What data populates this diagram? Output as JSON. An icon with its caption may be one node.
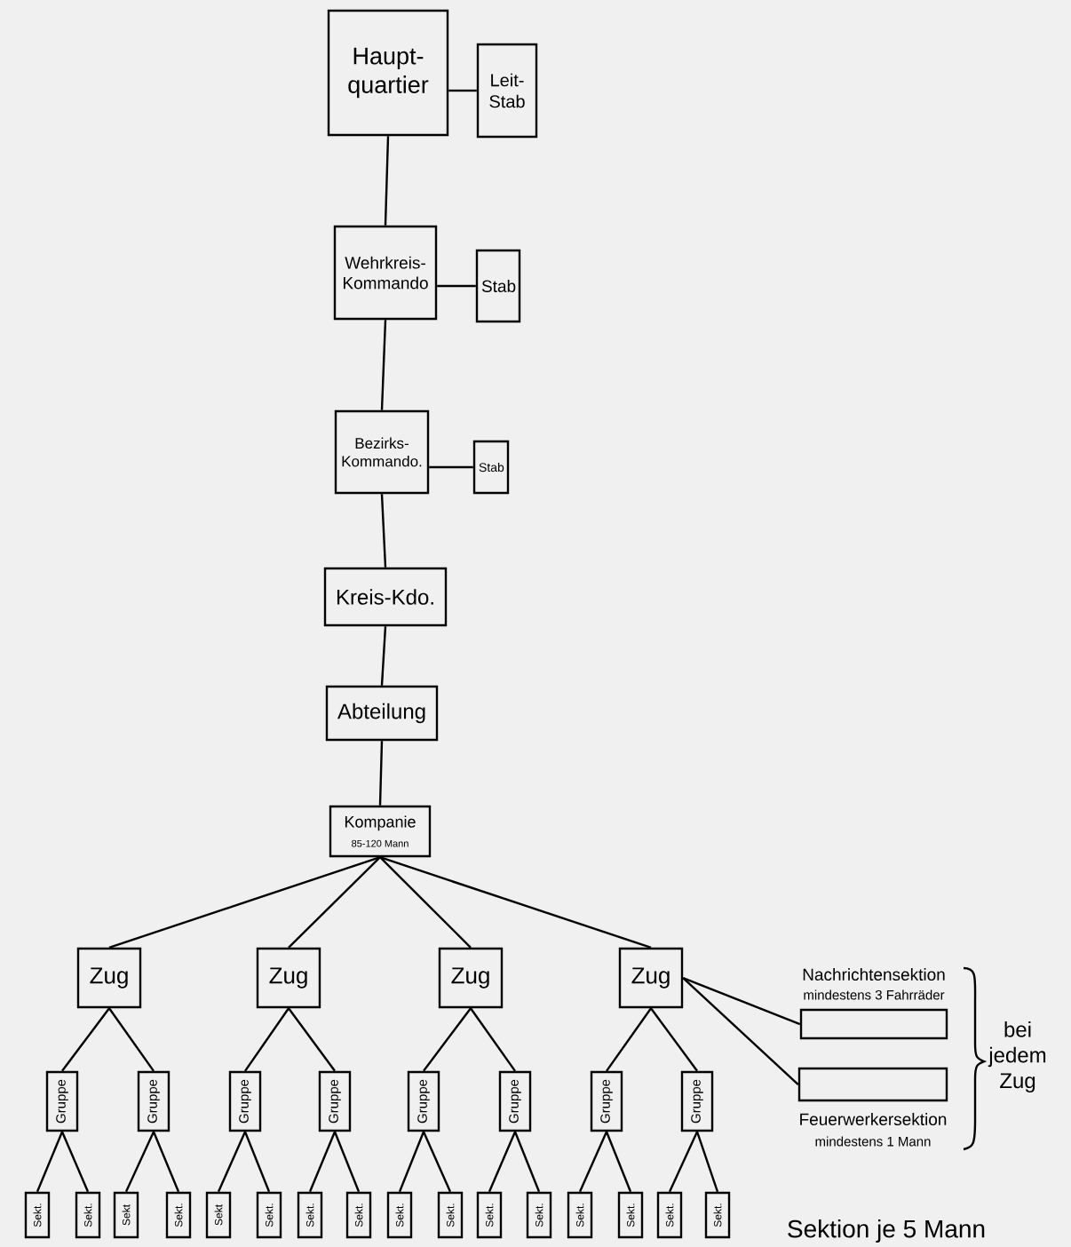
{
  "diagram": {
    "nodes": [
      {
        "text": [
          "Haupt- quartier"
        ]
      },
      {
        "text": [
          "Leit- Stab"
        ]
      },
      {
        "text": [
          "Wehrkreis- Kommando"
        ]
      },
      {
        "text": [
          "Stab"
        ]
      },
      {
        "text": [
          "Bezirks- Kommando."
        ]
      },
      {
        "text": [
          "Stab"
        ]
      },
      {
        "text": [
          "Kreis-Kdo."
        ]
      },
      {
        "text": [
          "Abteilung"
        ]
      },
      {
        "text": [
          "Kompanie",
          "85-120 Mann"
        ]
      },
      {
        "text": [
          "Zug"
        ]
      },
      {
        "text": [
          "Zug"
        ]
      },
      {
        "text": [
          "Zug"
        ]
      },
      {
        "text": [
          "Zug"
        ]
      },
      {
        "text": [
          "Nachrichtensektion",
          "mindestens 3 Fahrräder"
        ]
      },
      {
        "text": [
          "Feuerwerkersektion",
          "mindestens 1 Mann"
        ]
      },
      {
        "text": [
          "Gruppe"
        ]
      },
      {
        "text": [
          "Gruppe"
        ]
      },
      {
        "text": [
          "Gruppe"
        ]
      },
      {
        "text": [
          "Gruppe"
        ]
      },
      {
        "text": [
          "Gruppe"
        ]
      },
      {
        "text": [
          "Gruppe"
        ]
      },
      {
        "text": [
          "Gruppe"
        ]
      },
      {
        "text": [
          "Gruppe"
        ]
      },
      {
        "text": [
          "Sekt."
        ]
      },
      {
        "text": [
          "Sekt."
        ]
      },
      {
        "text": [
          "Sekt"
        ]
      },
      {
        "text": [
          "Sekt."
        ]
      },
      {
        "text": [
          "Sekt"
        ]
      },
      {
        "text": [
          "Sekt."
        ]
      },
      {
        "text": [
          "Sekt."
        ]
      },
      {
        "text": [
          "Sekt."
        ]
      },
      {
        "text": [
          "Sekt."
        ]
      },
      {
        "text": [
          "Sekt."
        ]
      },
      {
        "text": [
          "Sekt."
        ]
      },
      {
        "text": [
          "Sekt."
        ]
      },
      {
        "text": [
          "Sekt."
        ]
      },
      {
        "text": [
          "Sekt."
        ]
      },
      {
        "text": [
          "Sekt."
        ]
      },
      {
        "text": [
          "Sekt."
        ]
      }
    ],
    "edges": [
      {
        "from": 0,
        "to": 1,
        "arrow": "none"
      },
      {
        "from": 0,
        "to": 2,
        "arrow": "none"
      },
      {
        "from": 2,
        "to": 3,
        "arrow": "none"
      },
      {
        "from": 2,
        "to": 4,
        "arrow": "none"
      },
      {
        "from": 4,
        "to": 5,
        "arrow": "none"
      },
      {
        "from": 4,
        "to": 6,
        "arrow": "none"
      },
      {
        "from": 6,
        "to": 7,
        "arrow": "none"
      },
      {
        "from": 7,
        "to": 8,
        "arrow": "none"
      },
      {
        "from": 8,
        "to": 9,
        "arrow": "none"
      },
      {
        "from": 8,
        "to": 10,
        "arrow": "none"
      },
      {
        "from": 8,
        "to": 11,
        "arrow": "none"
      },
      {
        "from": 8,
        "to": 12,
        "arrow": "none"
      },
      {
        "from": 12,
        "to": 13,
        "arrow": "none"
      },
      {
        "from": 12,
        "to": 14,
        "arrow": "none"
      },
      {
        "from": 9,
        "to": 15,
        "arrow": "none"
      },
      {
        "from": 9,
        "to": 16,
        "arrow": "none"
      },
      {
        "from": 10,
        "to": 17,
        "arrow": "none"
      },
      {
        "from": 10,
        "to": 18,
        "arrow": "none"
      },
      {
        "from": 11,
        "to": 19,
        "arrow": "none"
      },
      {
        "from": 11,
        "to": 20,
        "arrow": "none"
      },
      {
        "from": 12,
        "to": 21,
        "arrow": "none"
      },
      {
        "from": 12,
        "to": 22,
        "arrow": "none"
      },
      {
        "from": 15,
        "to": 23,
        "arrow": "none"
      },
      {
        "from": 15,
        "to": 24,
        "arrow": "none"
      },
      {
        "from": 16,
        "to": 25,
        "arrow": "none"
      },
      {
        "from": 16,
        "to": 26,
        "arrow": "none"
      },
      {
        "from": 17,
        "to": 27,
        "arrow": "none"
      },
      {
        "from": 17,
        "to": 28,
        "arrow": "none"
      },
      {
        "from": 18,
        "to": 29,
        "arrow": "none"
      },
      {
        "from": 18,
        "to": 30,
        "arrow": "none"
      },
      {
        "from": 19,
        "to": 31,
        "arrow": "none"
      },
      {
        "from": 19,
        "to": 32,
        "arrow": "none"
      },
      {
        "from": 20,
        "to": 33,
        "arrow": "none"
      },
      {
        "from": 20,
        "to": 34,
        "arrow": "none"
      },
      {
        "from": 21,
        "to": 35,
        "arrow": "none"
      },
      {
        "from": 21,
        "to": 36,
        "arrow": "none"
      },
      {
        "from": 22,
        "to": 37,
        "arrow": "none"
      },
      {
        "from": 22,
        "to": 38,
        "arrow": "none"
      }
    ],
    "labels": [
      "bei jedem Zug",
      "Sektion je 5 Mann"
    ]
  }
}
